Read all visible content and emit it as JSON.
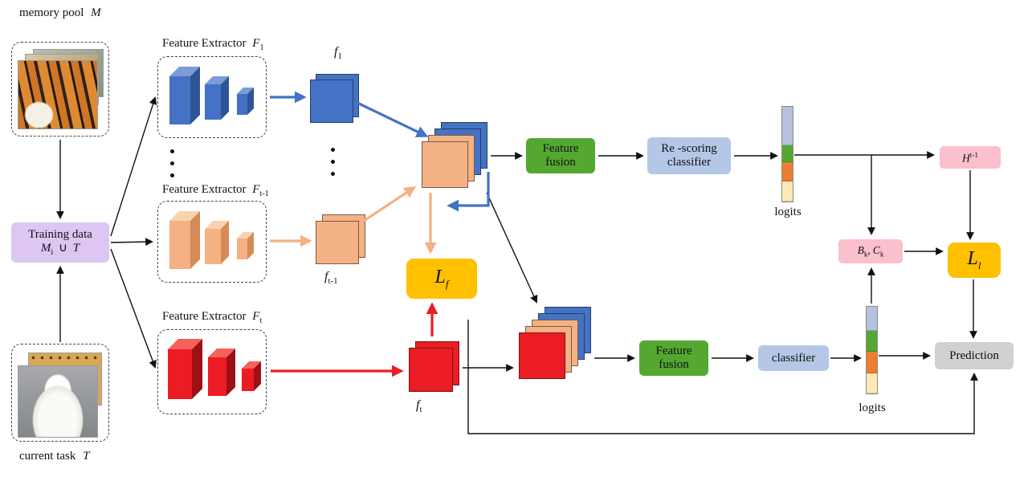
{
  "colors": {
    "blue": "#4472c4",
    "blue_top": "#7b9bd9",
    "blue_side": "#2e5496",
    "orange": "#f4b183",
    "orange_top": "#f9d2ae",
    "orange_side": "#d68a55",
    "red": "#ec1c24",
    "red_top": "#f7615c",
    "red_side": "#9d1016",
    "green": "#54a832",
    "light_blue": "#b4c7e7",
    "lavender": "#ddc6f2",
    "gold": "#ffc000",
    "pink": "#fac0cd",
    "gray": "#d2d0d0"
  },
  "memory_pool": {
    "label": "memory pool",
    "symbol": "M"
  },
  "current_task": {
    "label": "current task",
    "symbol": "T"
  },
  "training_data": {
    "line1": "Training data",
    "m": "M",
    "m_sub": "i",
    "union": "∪",
    "t": "T"
  },
  "extractors": [
    {
      "title": "Feature Extractor",
      "sym": "F",
      "sub": "1"
    },
    {
      "title": "Feature Extractor",
      "sym": "F",
      "sub": "t-1"
    },
    {
      "title": "Feature Extractor",
      "sym": "F",
      "sub": "t"
    }
  ],
  "feature_maps": {
    "f1": {
      "sym": "f",
      "sub": "1"
    },
    "ft1": {
      "sym": "f",
      "sub": "t-1"
    },
    "ft": {
      "sym": "f",
      "sub": "t"
    }
  },
  "process": {
    "feature_fusion_top": "Feature fusion",
    "rescoring_classifier": "Re -scoring classifier",
    "feature_fusion_bottom": "Feature fusion",
    "classifier": "classifier",
    "prediction": "Prediction"
  },
  "losses": {
    "lf": {
      "sym": "L",
      "sub": "f"
    },
    "ll": {
      "sym": "L",
      "sub": "l"
    }
  },
  "distill": {
    "h": {
      "sym": "H",
      "sup": "t-1"
    },
    "bc": {
      "b": "B",
      "b_sub": "k",
      "sep": ",",
      "c": "C",
      "c_sub": "k"
    }
  },
  "logits": {
    "label_top": "logits",
    "label_bottom": "logits",
    "bar_top": [
      {
        "color": "#b6c1dd",
        "h": 48
      },
      {
        "color": "#54a832",
        "h": 21
      },
      {
        "color": "#ed7d31",
        "h": 24
      },
      {
        "color": "#ffe9b5",
        "h": 25
      }
    ],
    "bar_bottom": [
      {
        "color": "#b6c1dd",
        "h": 30
      },
      {
        "color": "#54a832",
        "h": 26
      },
      {
        "color": "#ed7d31",
        "h": 27
      },
      {
        "color": "#ffe9b5",
        "h": 25
      }
    ]
  }
}
